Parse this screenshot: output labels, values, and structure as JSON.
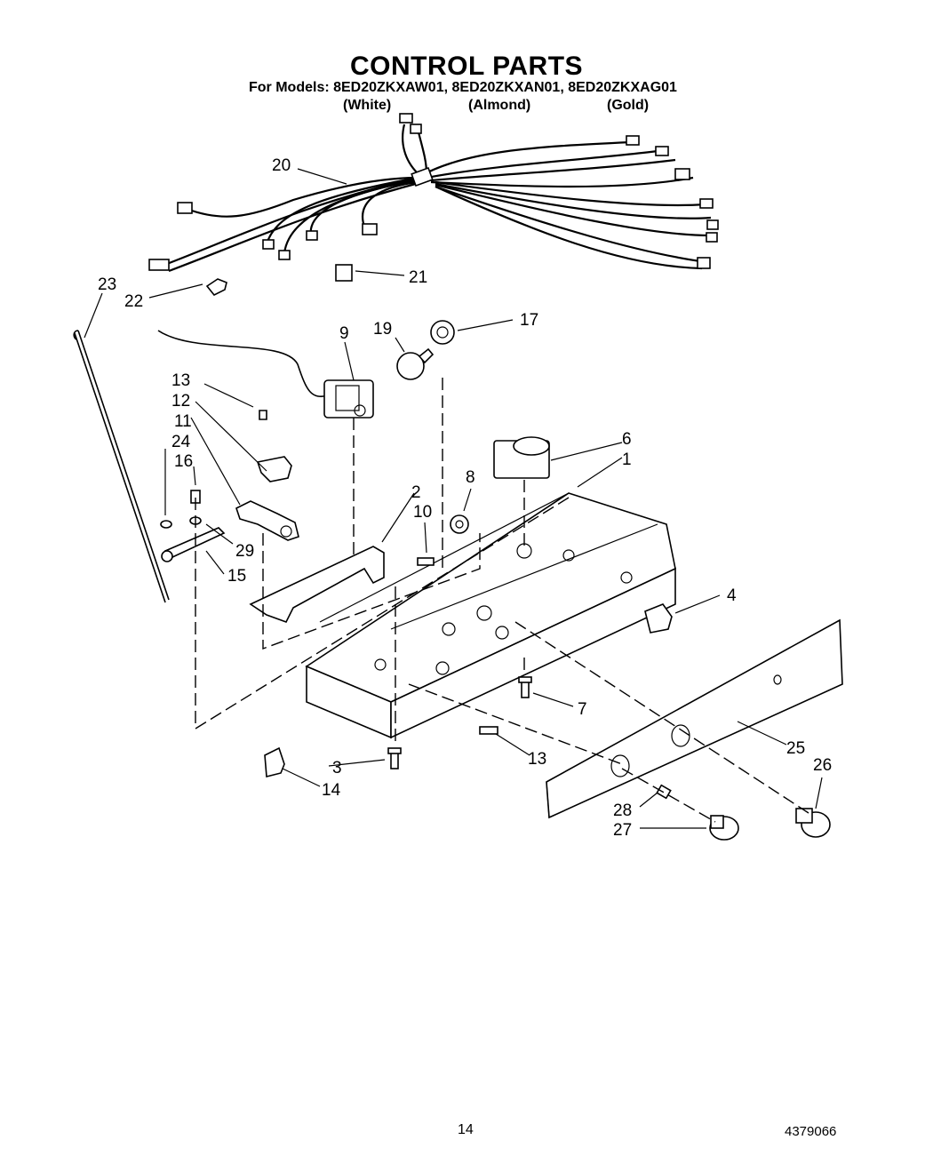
{
  "header": {
    "title": "CONTROL PARTS",
    "models_line": "For Models: 8ED20ZKXAW01, 8ED20ZKXAN01, 8ED20ZKXAG01",
    "variant_white": "(White)",
    "variant_almond": "(Almond)",
    "variant_gold": "(Gold)"
  },
  "callouts": {
    "c1": "1",
    "c2": "2",
    "c3": "3",
    "c4": "4",
    "c6": "6",
    "c7": "7",
    "c8": "8",
    "c9": "9",
    "c10": "10",
    "c11": "11",
    "c12": "12",
    "c13a": "13",
    "c13b": "13",
    "c14": "14",
    "c15": "15",
    "c16": "16",
    "c17": "17",
    "c19": "19",
    "c20": "20",
    "c21": "21",
    "c22": "22",
    "c23": "23",
    "c24": "24",
    "c25": "25",
    "c26": "26",
    "c27": "27",
    "c28": "28",
    "c29": "29"
  },
  "footer": {
    "page_number": "14",
    "doc_number": "4379066"
  }
}
